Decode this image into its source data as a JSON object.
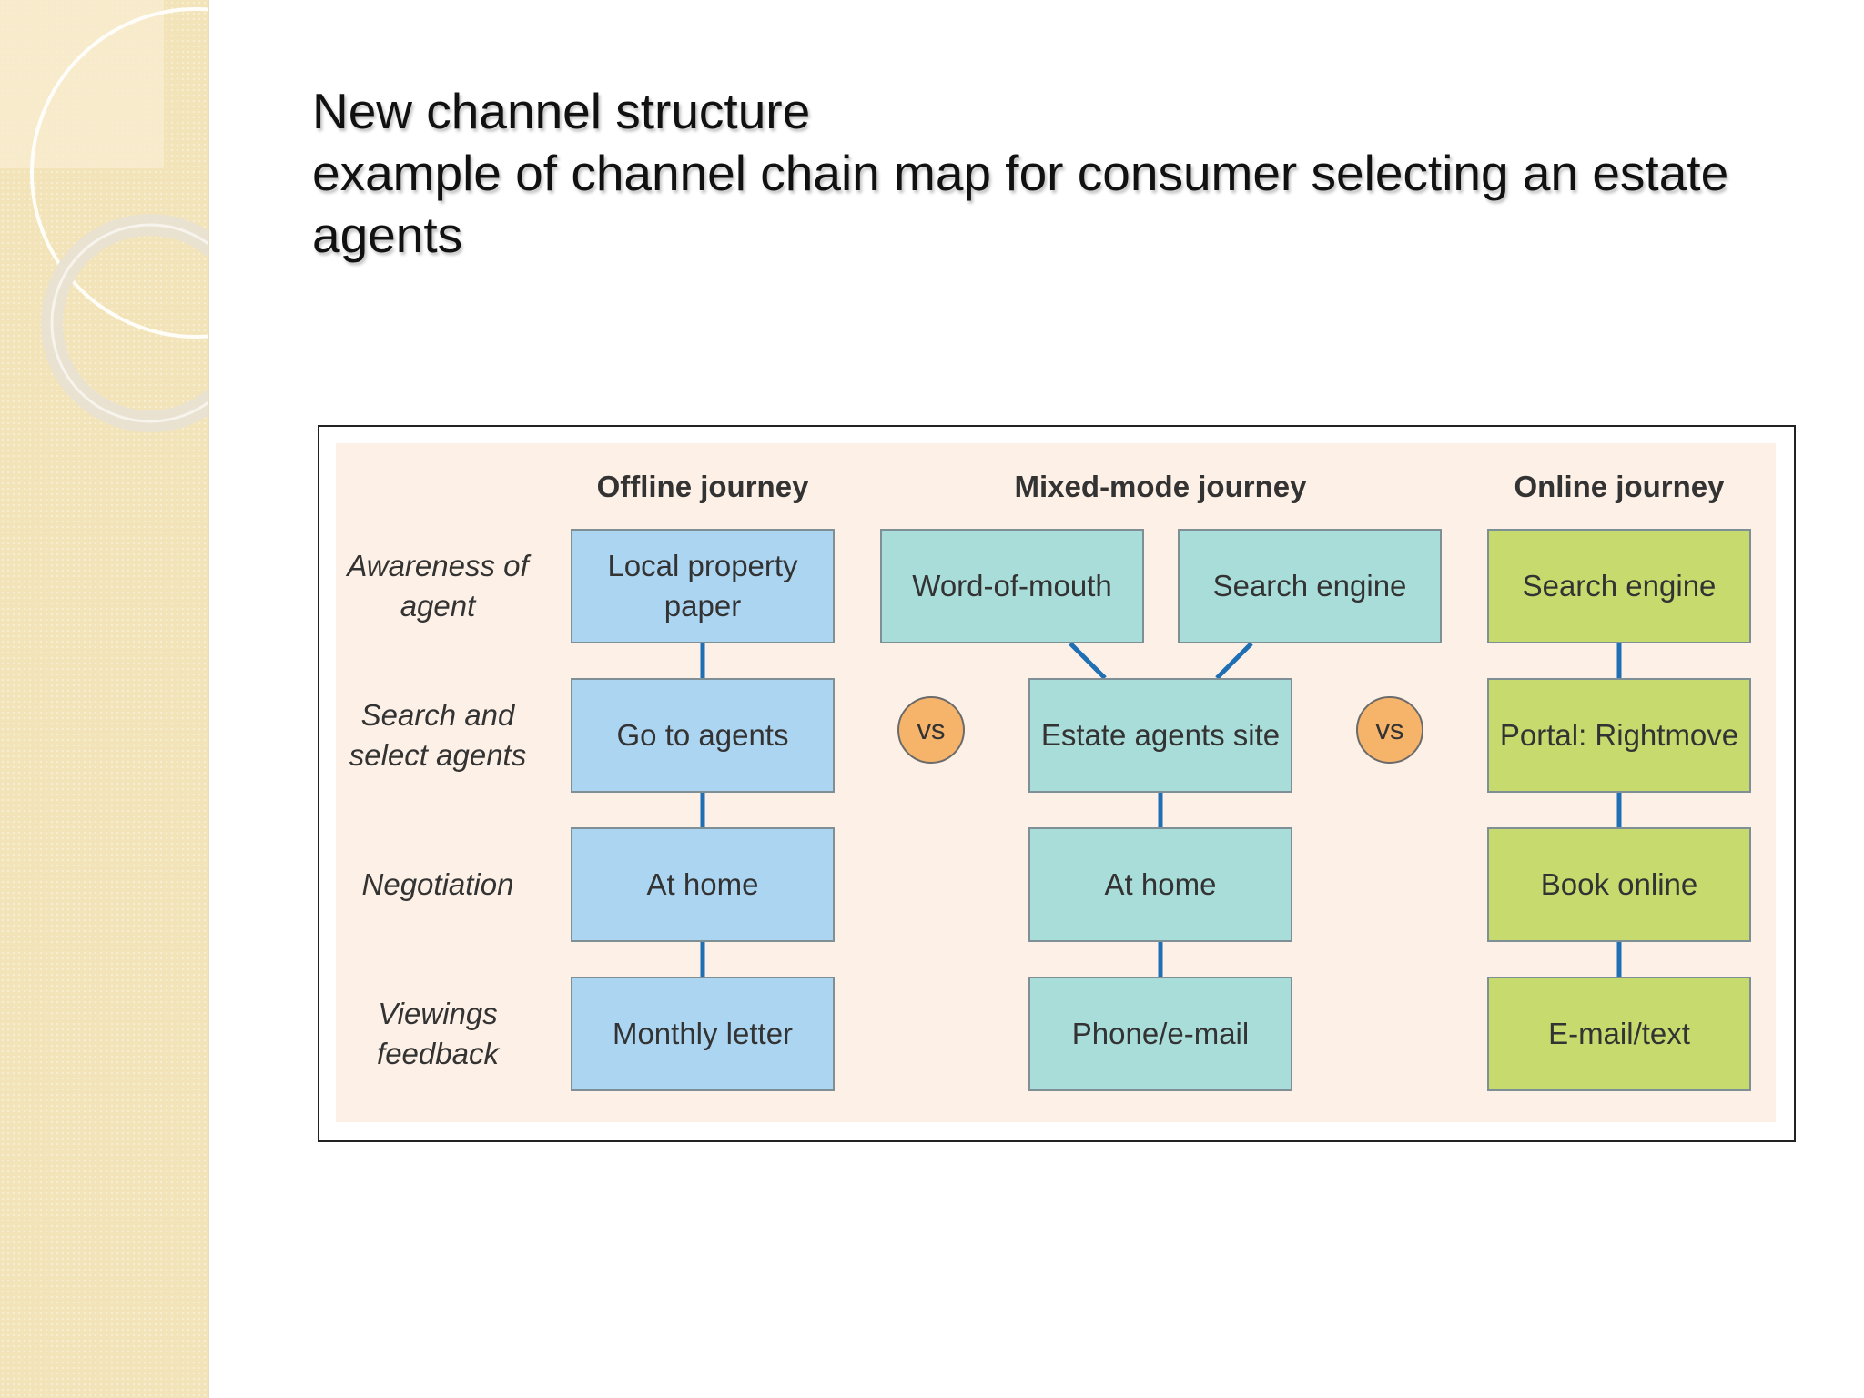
{
  "slide": {
    "title_lines": [
      "New channel structure",
      "example of channel chain map for consumer selecting an estate agents"
    ]
  },
  "diagram": {
    "columns": {
      "offline": "Offline journey",
      "mixed": "Mixed-mode journey",
      "online": "Online journey"
    },
    "rows": {
      "awareness": "Awareness of agent",
      "search": "Search and select agents",
      "negotiation": "Negotiation",
      "feedback": "Viewings feedback"
    },
    "offline": {
      "awareness": "Local property paper",
      "search": "Go to agents",
      "negotiation": "At home",
      "feedback": "Monthly letter"
    },
    "mixed": {
      "awareness_1": "Word-of-mouth",
      "awareness_2": "Search engine",
      "search": "Estate agents site",
      "negotiation": "At home",
      "feedback": "Phone/e-mail"
    },
    "online": {
      "awareness": "Search engine",
      "search": "Portal: Rightmove",
      "negotiation": "Book online",
      "feedback": "E-mail/text"
    },
    "vs_label": "vs",
    "colors": {
      "offline": "#acd5f2",
      "mixed": "#a9ddd9",
      "online": "#c7da6d",
      "vs": "#f6b36a",
      "connector": "#1f6fb5",
      "panel": "#fdf0e6"
    }
  }
}
